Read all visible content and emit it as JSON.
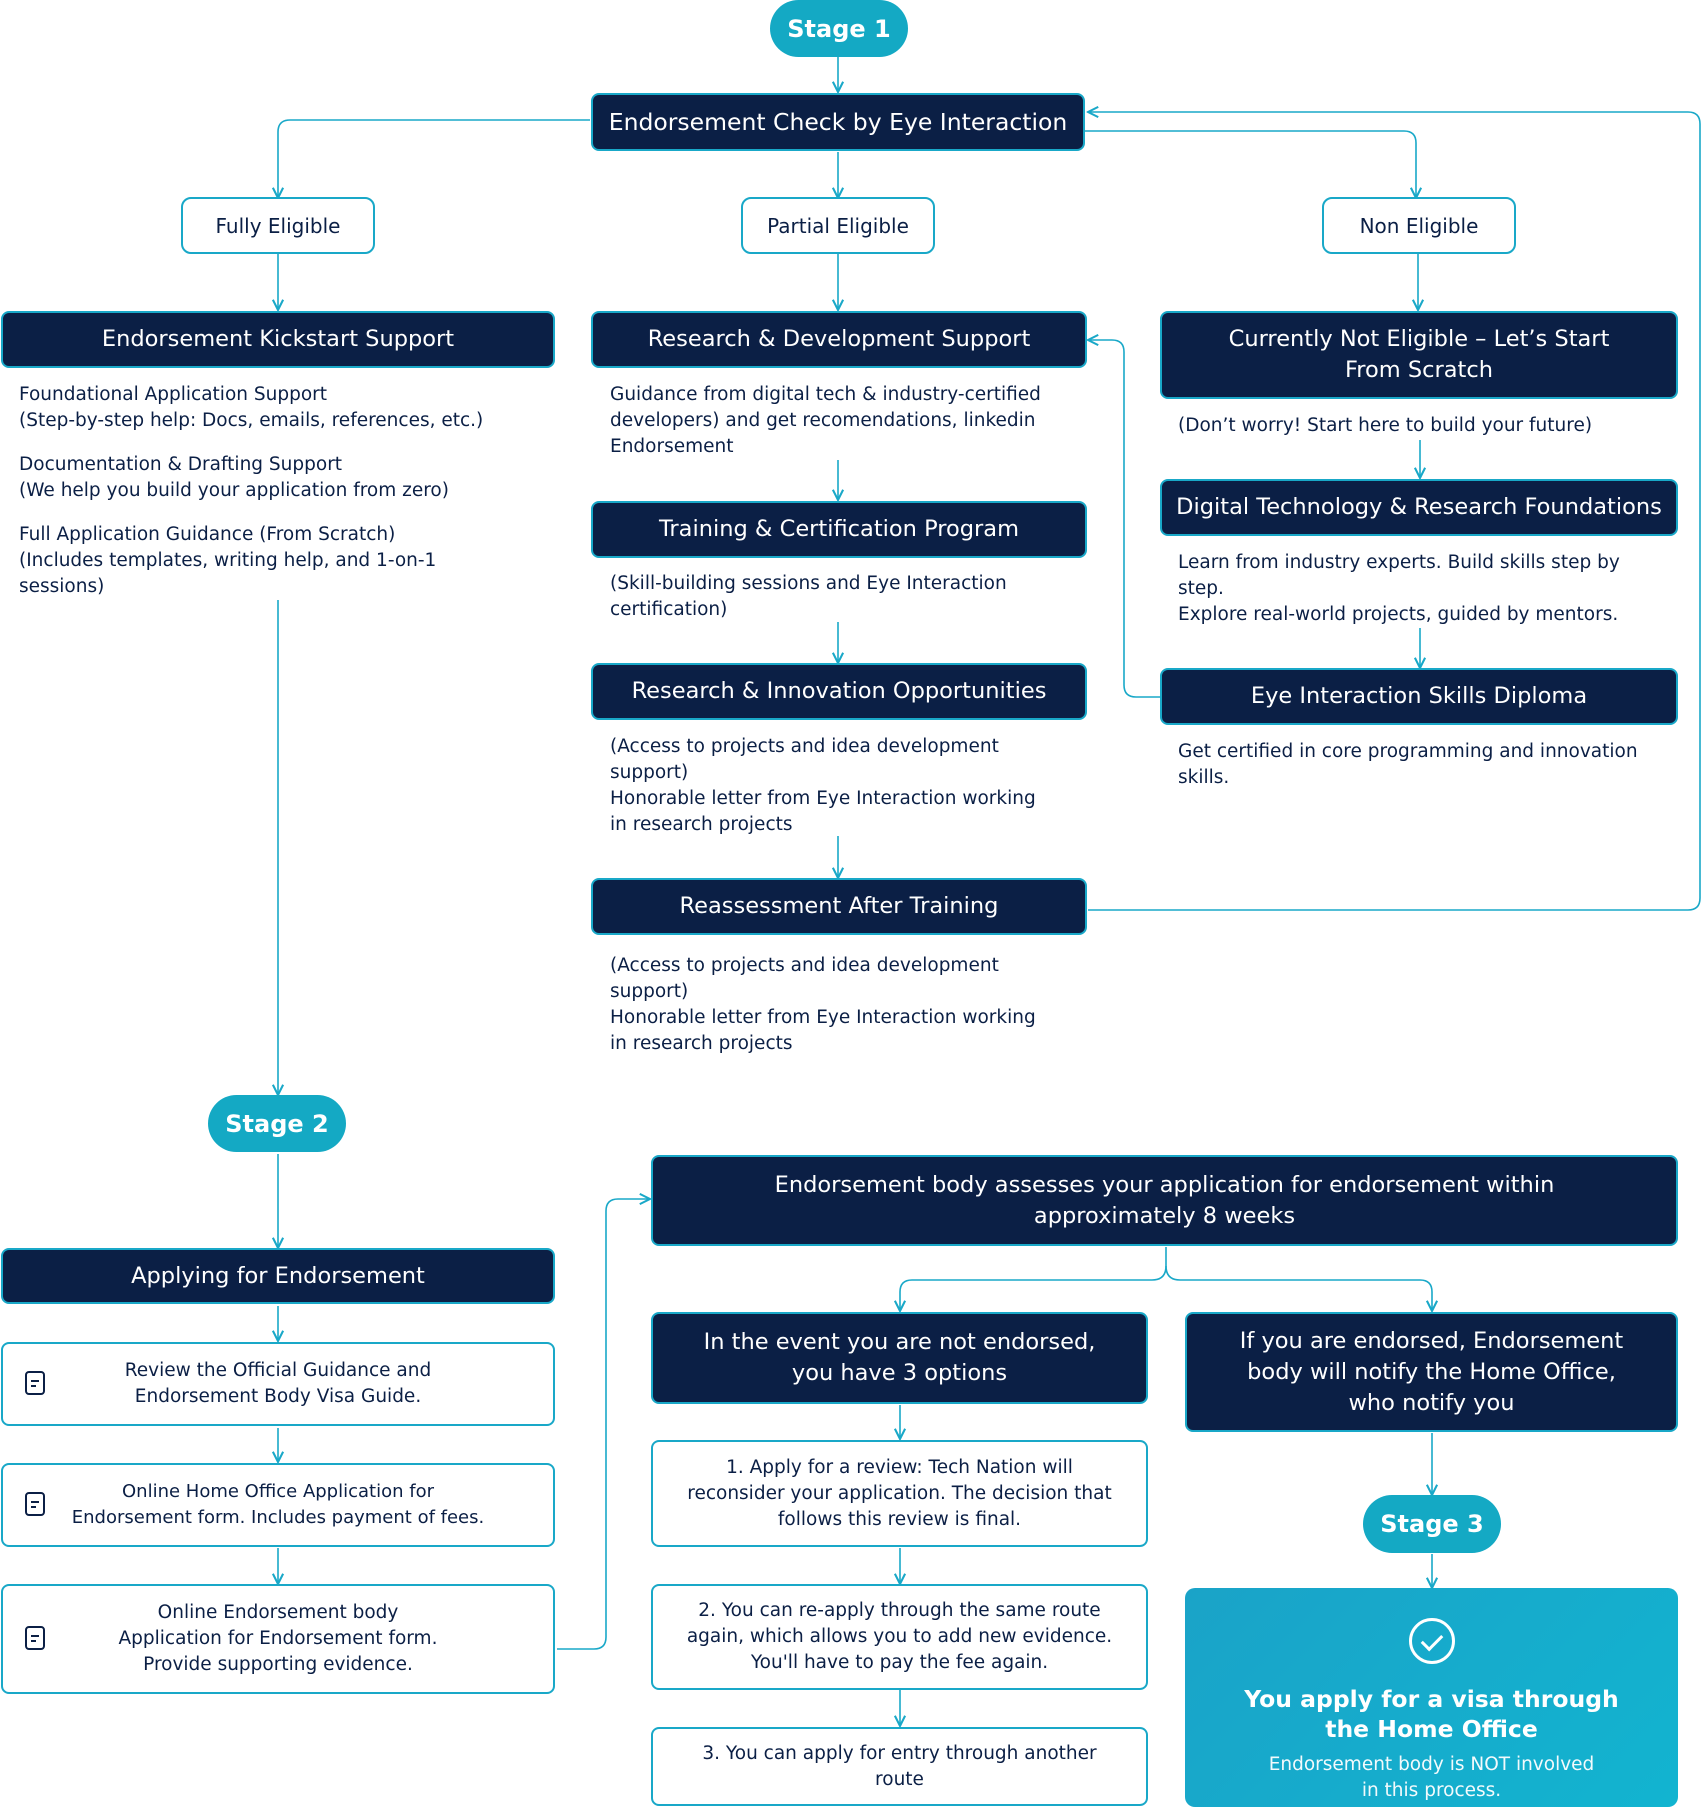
{
  "stage1": {
    "label": "Stage 1"
  },
  "stage2": {
    "label": "Stage 2"
  },
  "stage3": {
    "label": "Stage 3"
  },
  "check": {
    "title": "Endorsement Check by Eye Interaction"
  },
  "eligibility": {
    "fully": "Fully Eligible",
    "partial": "Partial Eligible",
    "non": "Non Eligible"
  },
  "fully": {
    "title": "Endorsement Kickstart Support",
    "items": [
      "Foundational Application Support\n(Step-by-step help: Docs, emails, references, etc.)",
      "Documentation & Drafting Support\n(We help you build your application from zero)",
      "Full Application Guidance (From Scratch)\n(Includes templates, writing help, and 1-on-1\nsessions)"
    ]
  },
  "partial": {
    "rd_title": "Research & Development Support",
    "rd_desc": "Guidance from digital tech & industry-certified\ndevelopers) and get recomendations, linkedin\nEndorsement",
    "training_title": "Training & Certification Program",
    "training_desc": "(Skill-building sessions and Eye Interaction\ncertification)",
    "innovation_title": "Research & Innovation Opportunities",
    "innovation_desc": "(Access to projects and idea development\nsupport)\nHonorable letter from Eye Interaction working\nin research projects",
    "reassess_title": "Reassessment After Training",
    "reassess_desc": "(Access to projects and idea development\nsupport)\nHonorable letter from Eye Interaction working\nin research projects"
  },
  "non": {
    "title": "Currently Not Eligible – Let’s Start\nFrom Scratch",
    "desc": "(Don’t worry! Start here to build your future)",
    "foundations_title": "Digital Technology & Research Foundations",
    "foundations_desc": "Learn from industry experts. Build skills step by\nstep.\nExplore real-world projects, guided by mentors.",
    "diploma_title": "Eye Interaction Skills Diploma",
    "diploma_desc": "Get certified in core programming and innovation\nskills."
  },
  "apply": {
    "title": "Applying for Endorsement",
    "steps": [
      "Review the Official Guidance and\nEndorsement Body Visa Guide.",
      "Online Home Office Application for\nEndorsement form. Includes payment of fees.",
      "Online Endorsement body\nApplication for Endorsement form.\nProvide supporting evidence."
    ]
  },
  "assess": {
    "title": "Endorsement body assesses your application for endorsement within\napproximately 8 weeks"
  },
  "not_endorsed": {
    "title": "In the event you are not endorsed,\nyou have 3 options",
    "options": [
      "1. Apply for a review: Tech Nation will\nreconsider your application. The decision that\nfollows this review is final.",
      "2. You can re-apply through the same route\nagain, which allows you to add new evidence.\nYou'll have to pay the fee again.",
      "3. You can apply for entry through another\nroute"
    ]
  },
  "endorsed": {
    "title": "If you are endorsed, Endorsement\nbody will notify the Home Office,\nwho notify you"
  },
  "final": {
    "title": "You apply for a visa through\nthe Home Office",
    "note": "Endorsement body is NOT involved\nin this process."
  }
}
